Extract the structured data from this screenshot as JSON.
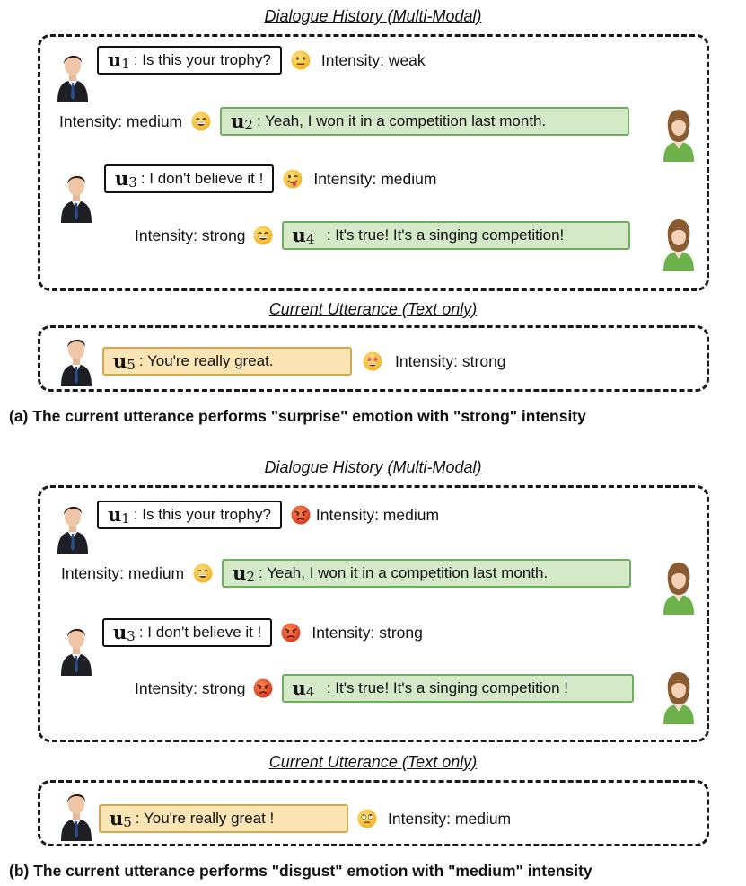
{
  "panel_a": {
    "history_title": "Dialogue History (Multi-Modal)",
    "current_title": "Current Utterance (Text only)",
    "u1": {
      "label": "u",
      "sub": "1",
      "text": " : Is this your trophy?",
      "intensity": "Intensity: weak",
      "emoji": "neutral-face"
    },
    "u2": {
      "label": "u",
      "sub": "2",
      "text": ": Yeah, I won it in a competition last month.",
      "intensity": "Intensity: medium",
      "emoji": "grinning-face"
    },
    "u3": {
      "label": "u",
      "sub": "3",
      "text": ": I don't believe it !",
      "intensity": "Intensity: medium",
      "emoji": "winking-tongue-face"
    },
    "u4": {
      "label": "u",
      "sub": "4",
      "text": "  : It's true! It's a singing competition!",
      "intensity": "Intensity: strong",
      "emoji": "grinning-face"
    },
    "u5": {
      "label": "u",
      "sub": "5",
      "text": ": You're really great.",
      "intensity": "Intensity: strong",
      "emoji": "star-struck-face"
    },
    "caption": "(a) The current utterance performs \"surprise\" emotion with \"strong\" intensity"
  },
  "panel_b": {
    "history_title": "Dialogue History (Multi-Modal)",
    "current_title": "Current Utterance (Text only)",
    "u1": {
      "label": "u",
      "sub": "1",
      "text": " : Is this your trophy?",
      "intensity": "Intensity: medium",
      "emoji": "angry-face"
    },
    "u2": {
      "label": "u",
      "sub": "2",
      "text": ": Yeah, I won it in a competition last month.",
      "intensity": "Intensity: medium",
      "emoji": "grinning-face"
    },
    "u3": {
      "label": "u",
      "sub": "3",
      "text": ": I don't believe it !",
      "intensity": "Intensity: strong",
      "emoji": "angry-face"
    },
    "u4": {
      "label": "u",
      "sub": "4",
      "text": "  : It's true! It's a singing competition !",
      "intensity": "Intensity: strong",
      "emoji": "angry-face"
    },
    "u5": {
      "label": "u",
      "sub": "5",
      "text": ": You're really great !",
      "intensity": "Intensity: medium",
      "emoji": "eye-roll-face"
    },
    "caption": "(b) The current utterance performs \"disgust\" emotion with \"medium\" intensity"
  },
  "colors": {
    "green_fill": "#d3e9c8",
    "green_border": "#6fae5f",
    "yellow_fill": "#fbe5b4",
    "yellow_border": "#d2a94a",
    "emoji_yellow": "#f6c23a",
    "emoji_red": "#e04a2a"
  }
}
